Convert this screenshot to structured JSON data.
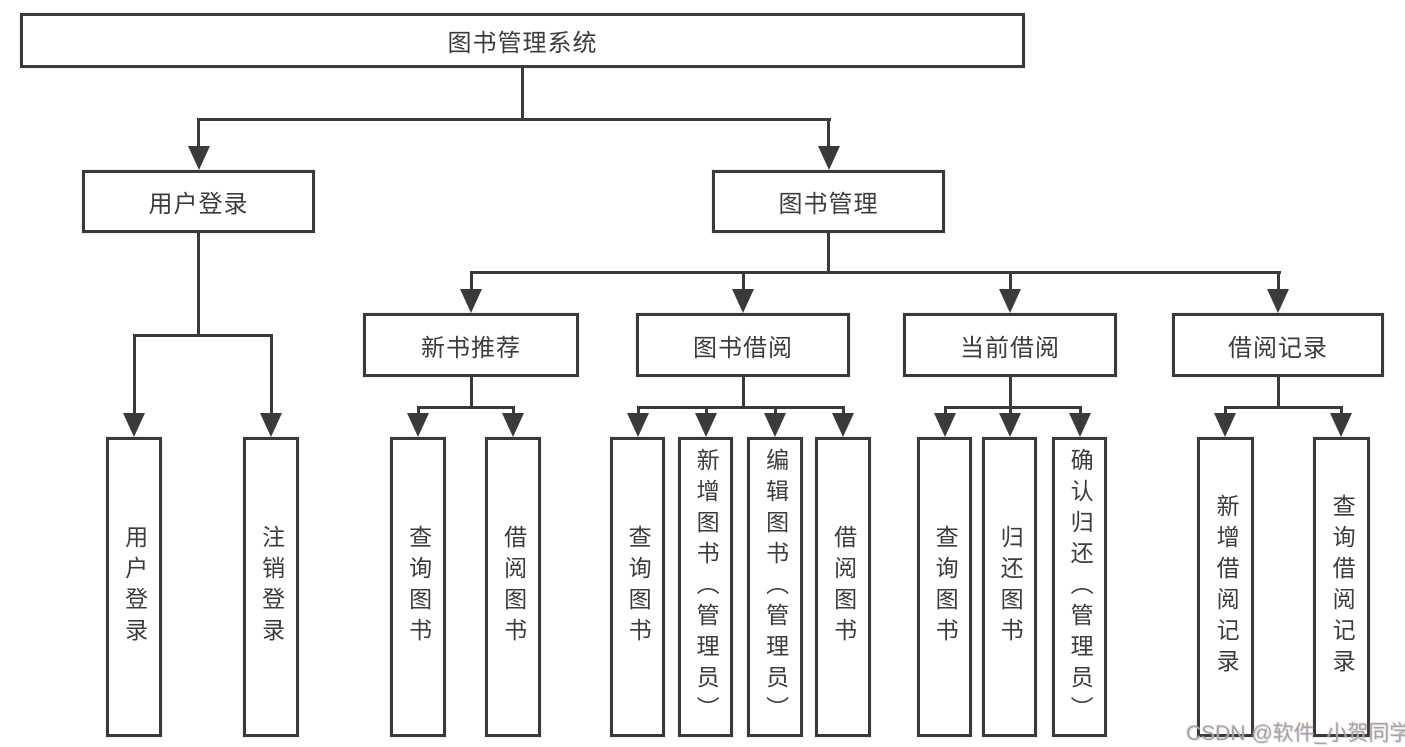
{
  "colors": {
    "line": "#3a3a3a",
    "text": "#3c3c3c",
    "watermark": "#a5a5a5",
    "bg": "#ffffff"
  },
  "nodes": {
    "root": "图书管理系统",
    "user_login": "用户登录",
    "book_mgmt": "图书管理",
    "new_books": "新书推荐",
    "book_borrow": "图书借阅",
    "current_borrow": "当前借阅",
    "borrow_records": "借阅记录",
    "leaf_user_login": "用户登录",
    "leaf_logout": "注销登录",
    "leaf_nb_query": "查询图书",
    "leaf_nb_borrow": "借阅图书",
    "leaf_bb_query": "查询图书",
    "leaf_bb_add": "新增图书（管理员）",
    "leaf_bb_edit": "编辑图书（管理员）",
    "leaf_bb_borrow": "借阅图书",
    "leaf_cb_query": "查询图书",
    "leaf_cb_return": "归还图书",
    "leaf_cb_confirm": "确认归还（管理员）",
    "leaf_br_add": "新增借阅记录",
    "leaf_br_query": "查询借阅记录"
  },
  "watermark": {
    "text": "CSDN @软件_小贺同学"
  }
}
